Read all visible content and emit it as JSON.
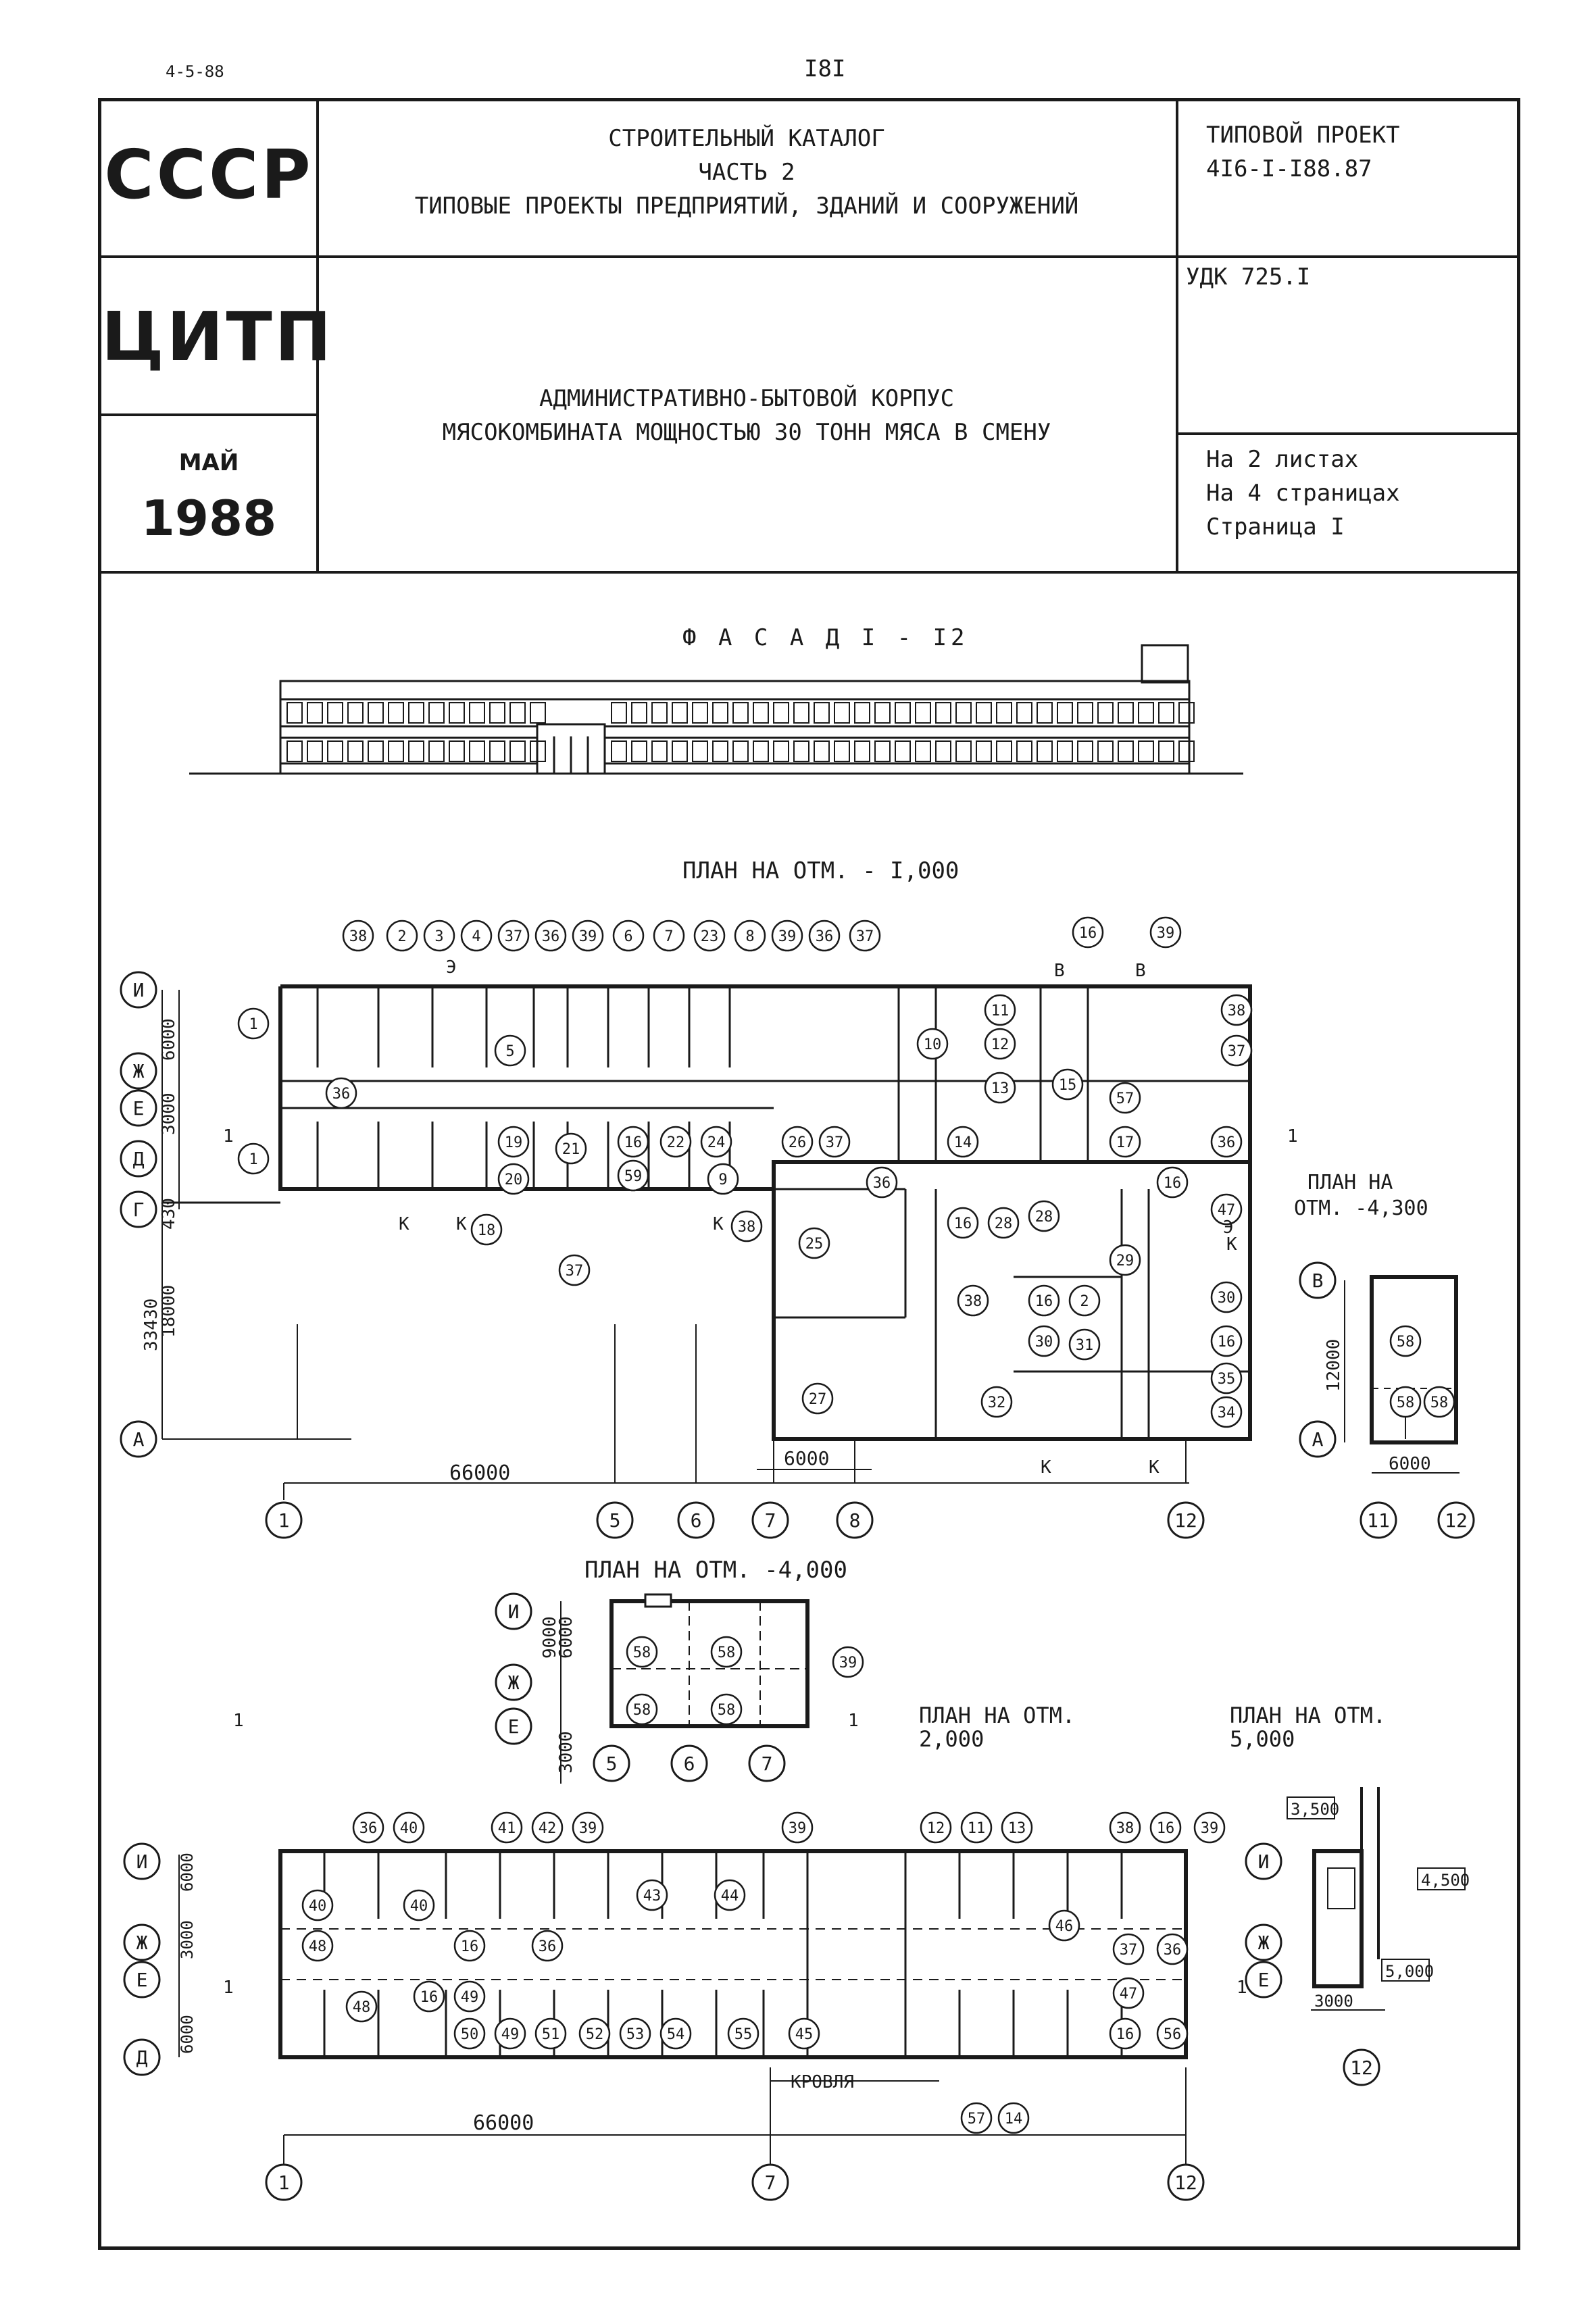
{
  "corner_code": "4-5-88",
  "page_number": "I8I",
  "header": {
    "org_country": "СССР",
    "org_name": "ЦИТП",
    "month": "МАЙ",
    "year": "1988",
    "catalog_line1": "СТРОИТЕЛЬНЫЙ КАТАЛОГ",
    "catalog_line2": "ЧАСТЬ 2",
    "catalog_line3": "ТИПОВЫЕ ПРОЕКТЫ ПРЕДПРИЯТИЙ, ЗДАНИЙ И СООРУЖЕНИЙ",
    "project_label": "ТИПОВОЙ ПРОЕКТ",
    "project_code": "4I6-I-I88.87",
    "udk": "УДК 725.I",
    "title_line1": "АДМИНИСТРАТИВНО-БЫТОВОЙ КОРПУС",
    "title_line2": "МЯСОКОМБИНАТА МОЩНОСТЬЮ 30 ТОНН МЯСА В СМЕНУ",
    "sheets_line1": "На 2 листах",
    "sheets_line2": "На 4 страницах",
    "sheets_line3": "Страница I"
  },
  "drawings": {
    "facade_title": "Ф А С А Д  I - I2",
    "plan1_title": "ПЛАН НА ОТМ. - I,000",
    "plan2_title": "ПЛАН НА ОТМ. -4,000",
    "plan3_title_l1": "ПЛАН НА ОТМ.",
    "plan3_title_l2": "2,000",
    "plan4_title_l1": "ПЛАН НА ОТМ.",
    "plan4_title_l2": "5,000",
    "plan_side_title_l1": "ПЛАН НА",
    "plan_side_title_l2": "ОТМ. -4,300",
    "roof_label": "КРОВЛЯ",
    "dims": {
      "d66000": "66000",
      "d6000": "6000",
      "d3000": "3000",
      "d18000": "18000",
      "d33430": "33430",
      "d12000": "12000",
      "d9000": "9000",
      "d430": "430",
      "l3500": "3,500",
      "l4500": "4,500",
      "l5000": "5,000"
    },
    "axes_rows_p1": [
      "И",
      "Ж",
      "Е",
      "Д",
      "Г",
      "А"
    ],
    "axes_cols_p1": [
      "1",
      "5",
      "6",
      "7",
      "8",
      "12"
    ],
    "axes_side": [
      "В",
      "А",
      "11",
      "12"
    ],
    "axes_p2_rows": [
      "И",
      "Ж",
      "Е"
    ],
    "axes_p2_cols": [
      "5",
      "6",
      "7"
    ],
    "axes_p3_rows": [
      "И",
      "Ж",
      "Е",
      "Д"
    ],
    "axes_p3_cols": [
      "1",
      "7",
      "12"
    ],
    "axes_p4_rows": [
      "И",
      "Ж",
      "Е"
    ],
    "axes_p4_cols": [
      "12"
    ],
    "marks": {
      "k": "К",
      "v": "В",
      "e": "Э",
      "one": "1"
    }
  }
}
